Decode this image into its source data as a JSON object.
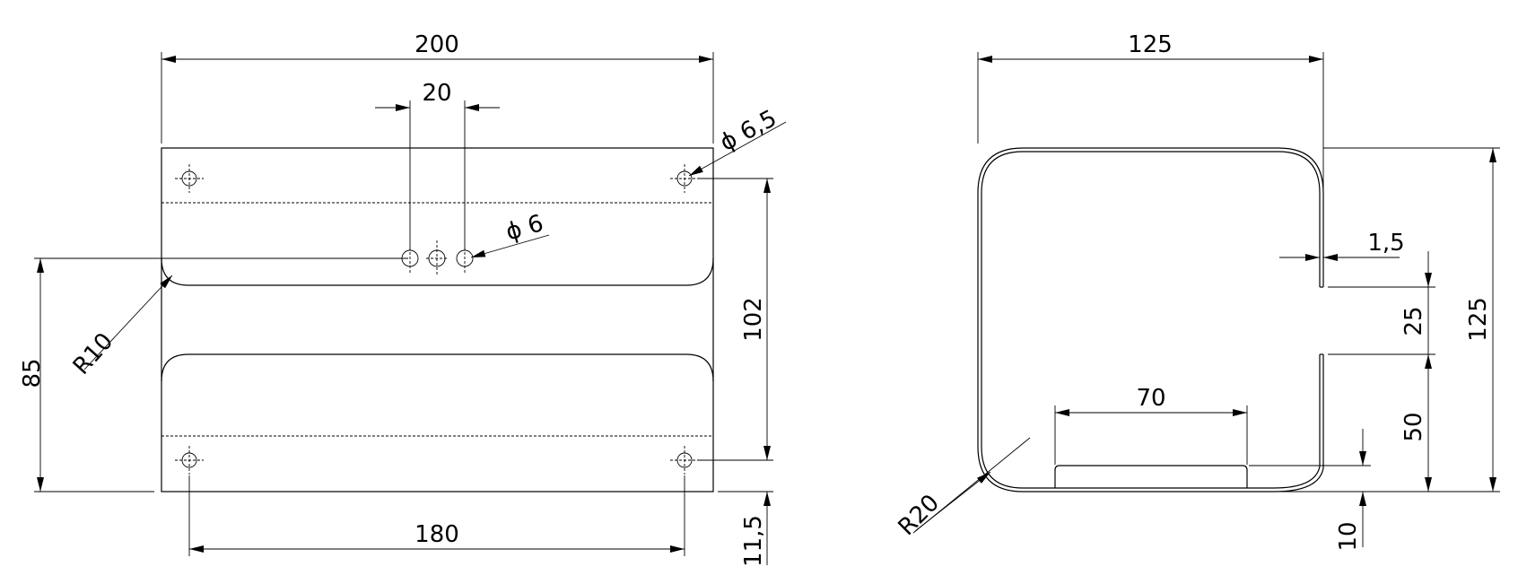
{
  "drawing": {
    "left_view": {
      "overall_width": "200",
      "hole_spacing": "20",
      "hole_dia_corner": "ϕ 6,5",
      "hole_dia_center": "ϕ 6",
      "bend_radius": "R10",
      "height_85": "85",
      "height_102": "102",
      "bottom_gap": "11,5",
      "hole_span": "180"
    },
    "right_view": {
      "overall_width": "125",
      "overall_height": "125",
      "wall_thickness": "1,5",
      "slot_height": "25",
      "lower_height": "50",
      "base_width": "70",
      "base_step": "10",
      "corner_radius": "R20"
    }
  }
}
